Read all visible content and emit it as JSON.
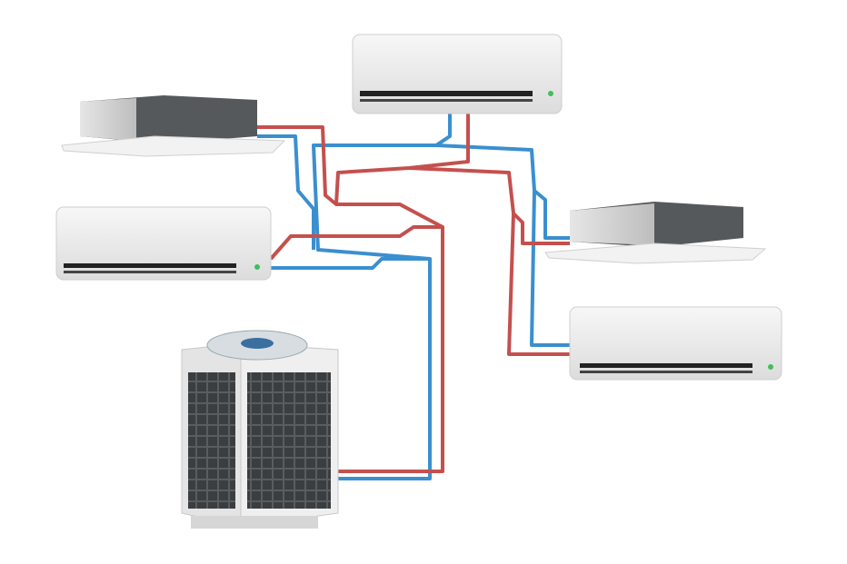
{
  "scene": {
    "background": "#ffffff",
    "colors": {
      "liquid_pipe": "#c4504e",
      "gas_pipe": "#3a8fcf",
      "unit_body": "#eeeeee",
      "duct_housing": "#55595c",
      "indicator_led": "#3fbf5a"
    },
    "units": [
      "wall-unit-top",
      "cassette-left",
      "wall-unit-left",
      "cassette-right",
      "wall-unit-right",
      "outdoor-unit"
    ]
  }
}
